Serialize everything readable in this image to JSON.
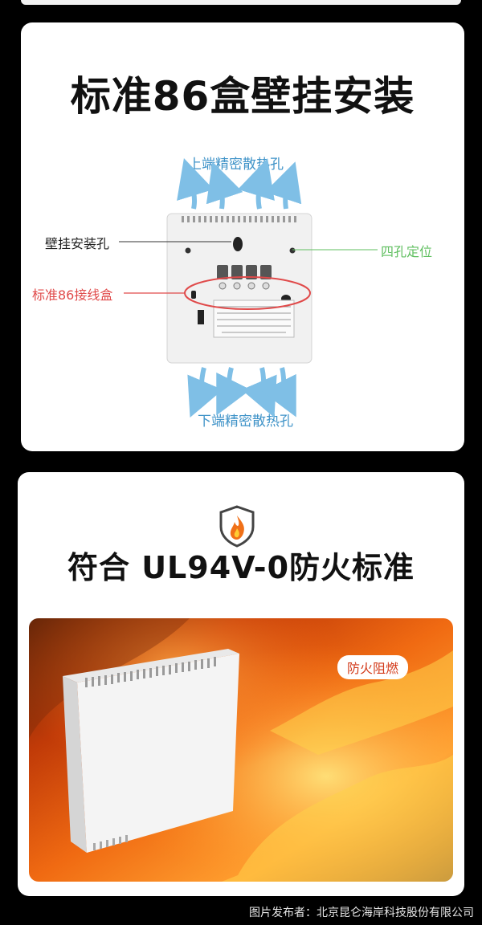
{
  "section1": {
    "title": "标准86盒壁挂安装",
    "top_vent_label": "上端精密散热孔",
    "bottom_vent_label": "下端精密散热孔",
    "callouts": {
      "mount_hole": "壁挂安装孔",
      "box_86": "标准86接线盒",
      "four_hole": "四孔定位"
    }
  },
  "section2": {
    "title": "符合 UL94V-0防火标准",
    "badge": "防火阻燃"
  },
  "footer": "图片发布者：北京昆仑海岸科技股份有限公司",
  "colors": {
    "vent_blue": "#3f93c8",
    "callout_red": "#e04a4a",
    "callout_green": "#5fbf5f",
    "fire_orange": "#f07018"
  }
}
